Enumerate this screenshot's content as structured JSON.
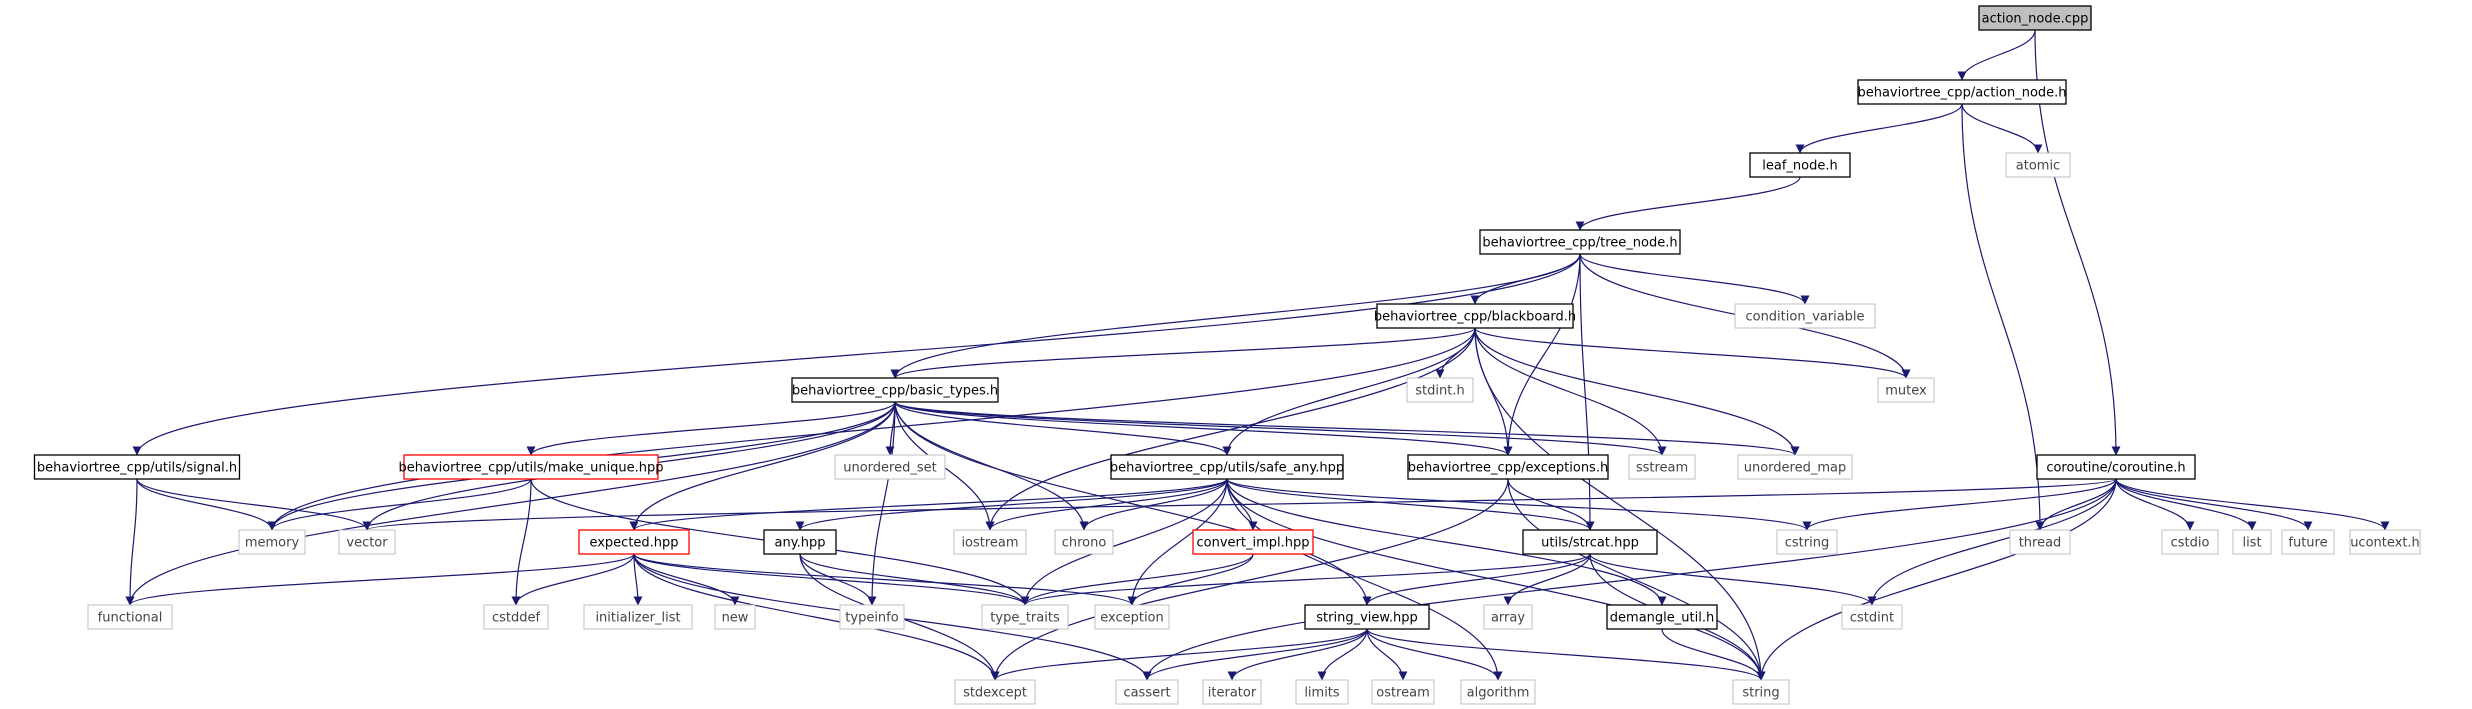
{
  "title": "action_node.cpp",
  "colors": {
    "edge": "#191970",
    "sys_border": "#bfbfbf",
    "normal_border": "#000000",
    "truncated_border": "#ff0000",
    "root_fill": "#bfbfbf"
  },
  "nodes": {
    "action_node_cpp": "action_node.cpp",
    "bt_action_node_h": "behaviortree_cpp/action_node.h",
    "atomic": "atomic",
    "leaf_node_h": "leaf_node.h",
    "bt_tree_node_h": "behaviortree_cpp/tree_node.h",
    "condition_variable": "condition_variable",
    "bt_blackboard_h": "behaviortree_cpp/blackboard.h",
    "stdint_h": "stdint.h",
    "mutex": "mutex",
    "bt_basic_types_h": "behaviortree_cpp/basic_types.h",
    "unordered_set": "unordered_set",
    "sstream": "sstream",
    "unordered_map": "unordered_map",
    "bt_signal_h": "behaviortree_cpp/utils/signal.h",
    "bt_make_unique_hpp": "behaviortree_cpp/utils/make_unique.hpp",
    "bt_safe_any_hpp": "behaviortree_cpp/utils/safe_any.hpp",
    "bt_exceptions_h": "behaviortree_cpp/exceptions.h",
    "coroutine_h": "coroutine/coroutine.h",
    "memory": "memory",
    "vector": "vector",
    "expected_hpp": "expected.hpp",
    "any_hpp": "any.hpp",
    "iostream": "iostream",
    "chrono": "chrono",
    "convert_impl_hpp": "convert_impl.hpp",
    "strcat_hpp": "utils/strcat.hpp",
    "cstring": "cstring",
    "thread": "thread",
    "cstdio": "cstdio",
    "list": "list",
    "future": "future",
    "ucontext_h": "ucontext.h",
    "functional": "functional",
    "cstddef": "cstddef",
    "initializer_list": "initializer_list",
    "new": "new",
    "typeinfo": "typeinfo",
    "type_traits": "type_traits",
    "exception": "exception",
    "array": "array",
    "demangle_util_h": "demangle_util.h",
    "cstdint": "cstdint",
    "string_view_hpp": "string_view.hpp",
    "stdexcept": "stdexcept",
    "cassert": "cassert",
    "iterator": "iterator",
    "limits": "limits",
    "ostream": "ostream",
    "algorithm": "algorithm",
    "string": "string"
  }
}
